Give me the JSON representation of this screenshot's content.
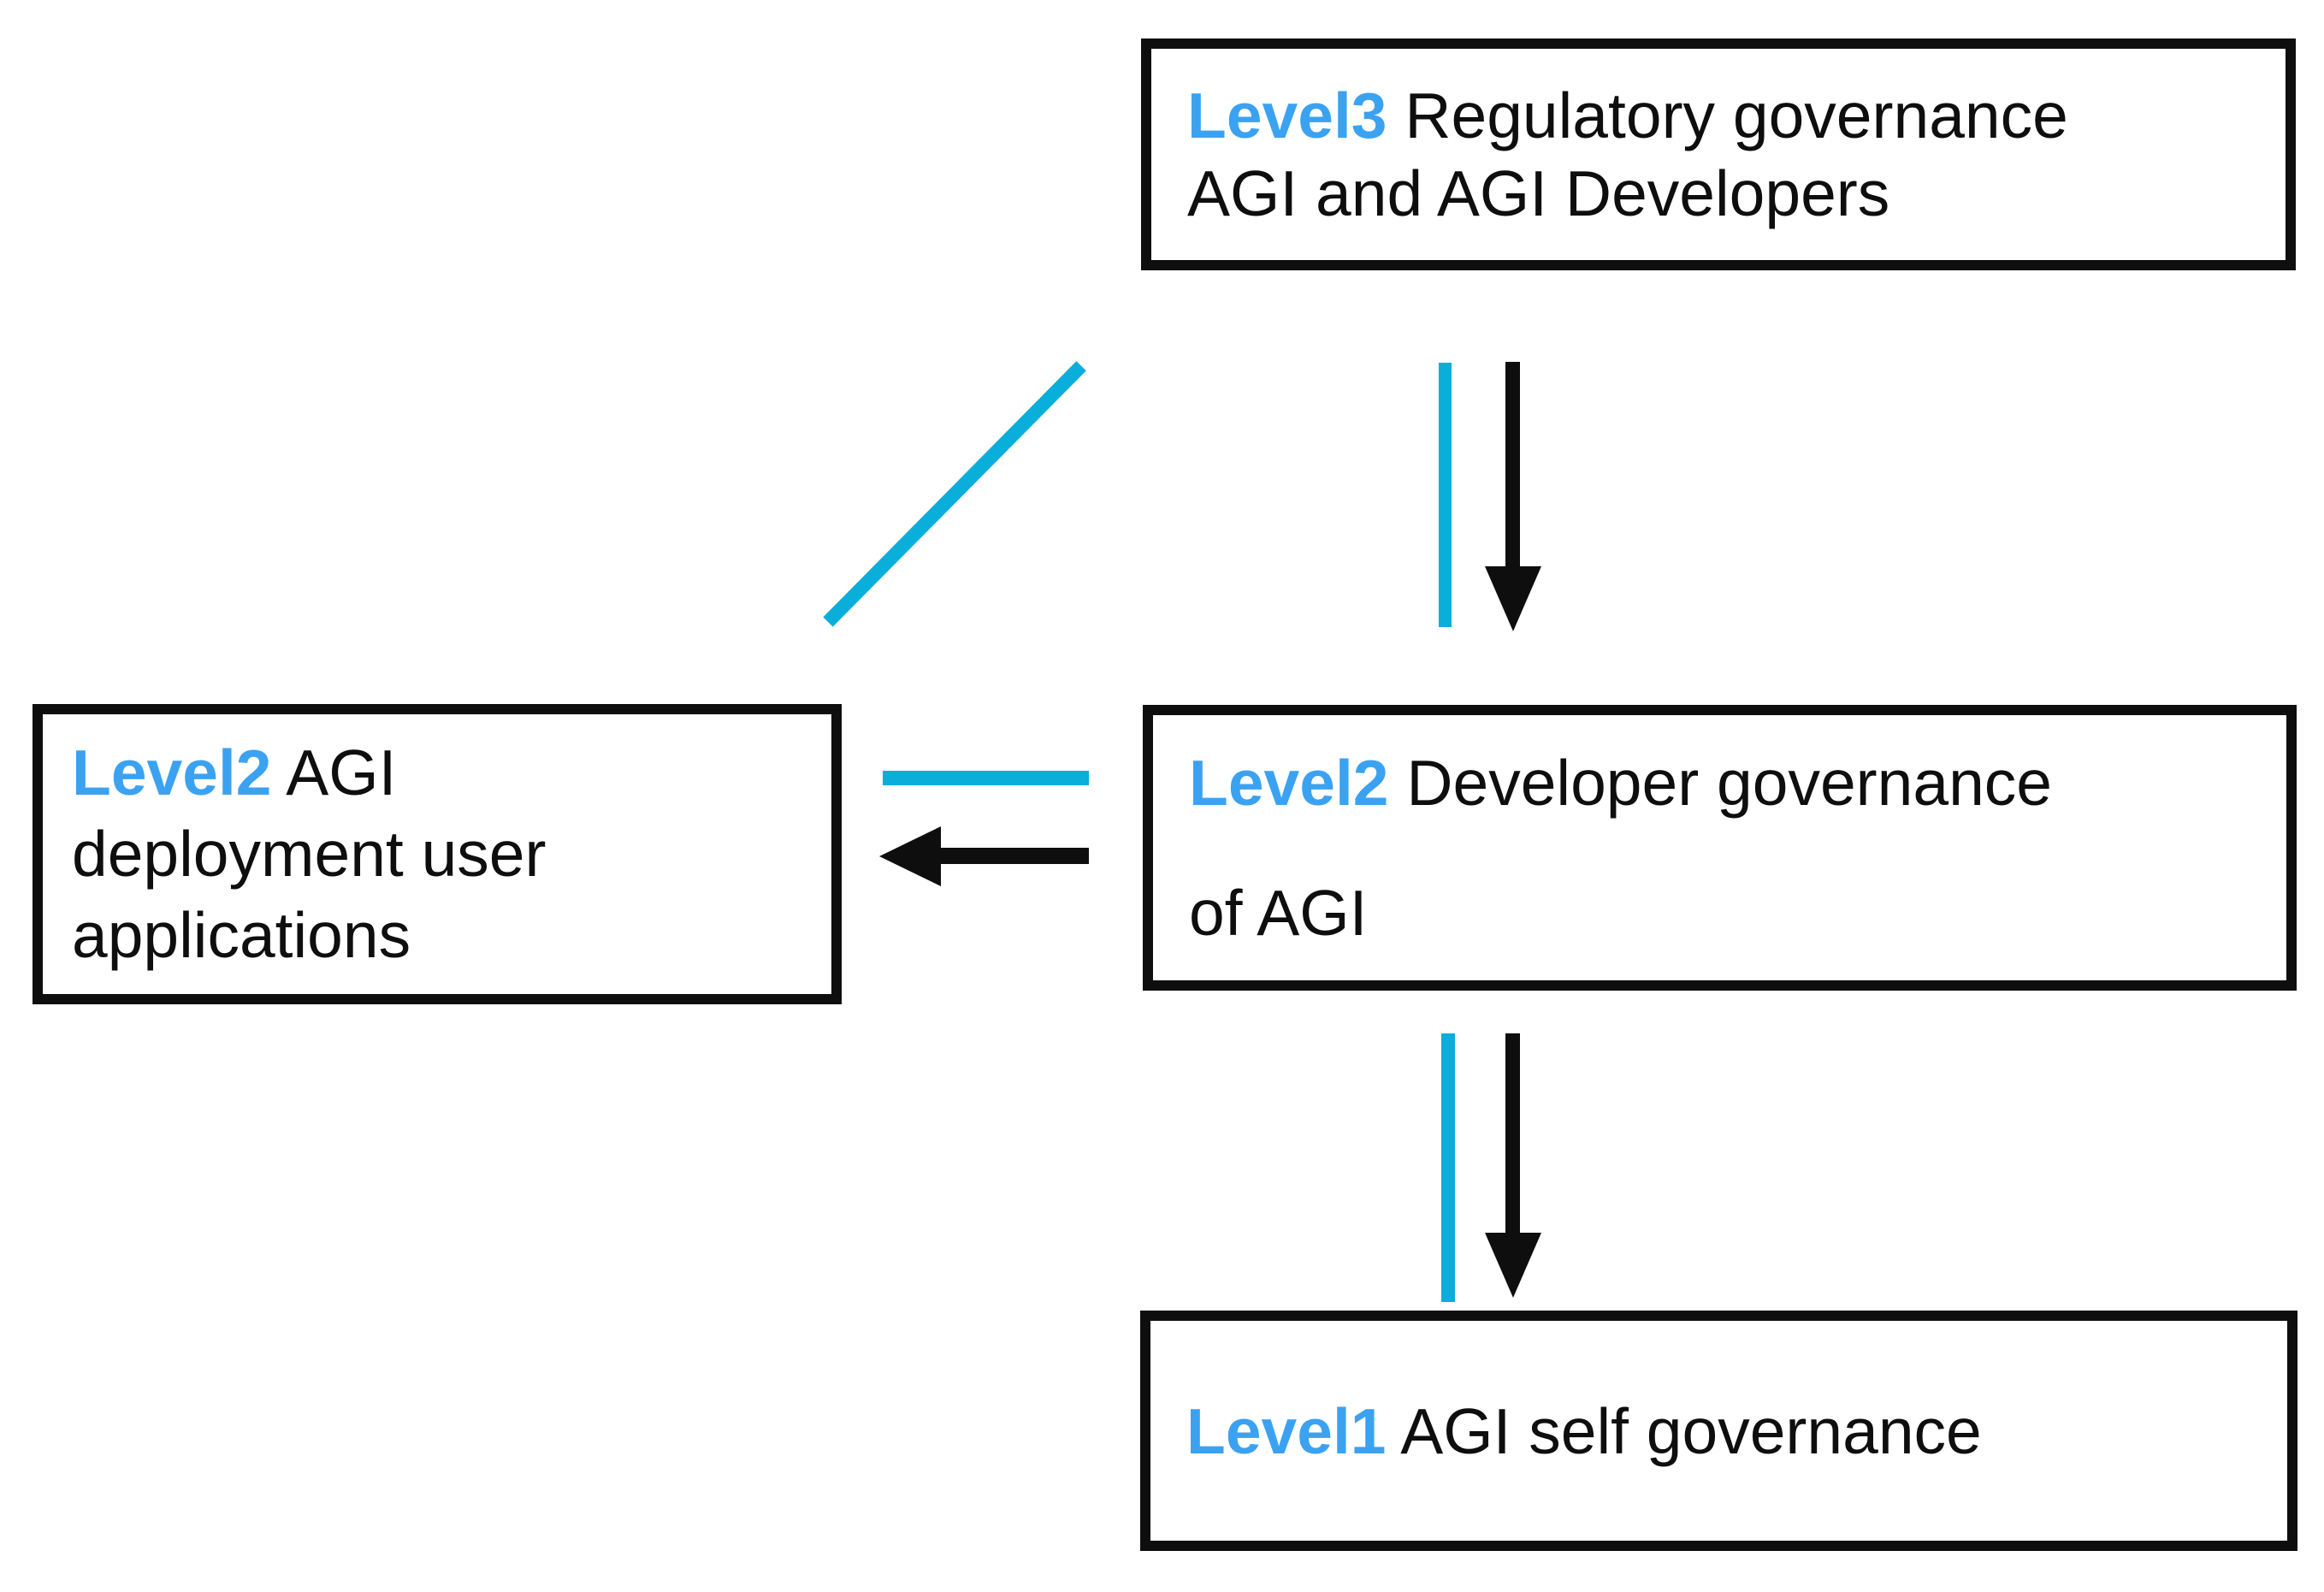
{
  "figure": {
    "background": "#ffffff",
    "colors": {
      "level_label_blue": "#3ba2f2",
      "connector_cyan": "#0aaedb",
      "connector_black": "#0e0e0e",
      "box_border_black": "#0e0e0e",
      "body_text_black": "#0e0e0e"
    },
    "boxes": {
      "level3": {
        "prefix": "Level3",
        "text": "Regulatory governance\nAGI and AGI Developers"
      },
      "level2_left": {
        "prefix": "Level2",
        "text": "AGI\ndeployment user\napplications"
      },
      "level2_right": {
        "prefix": "Level2",
        "text": "Developer governance\nof AGI"
      },
      "level1": {
        "prefix": "Level1",
        "text": "AGI self governance"
      }
    },
    "connectors": [
      {
        "from": "level3",
        "to": "level2_right",
        "direction": "down",
        "parts": [
          "cyan-line",
          "black-arrow"
        ]
      },
      {
        "from": "level3",
        "to": "level2_left",
        "direction": "diagonal-down-left",
        "parts": [
          "cyan-line"
        ]
      },
      {
        "from": "level2_right",
        "to": "level2_left",
        "direction": "left",
        "parts": [
          "cyan-line",
          "black-arrow"
        ]
      },
      {
        "from": "level2_right",
        "to": "level1",
        "direction": "down",
        "parts": [
          "cyan-line",
          "black-arrow"
        ]
      }
    ]
  }
}
